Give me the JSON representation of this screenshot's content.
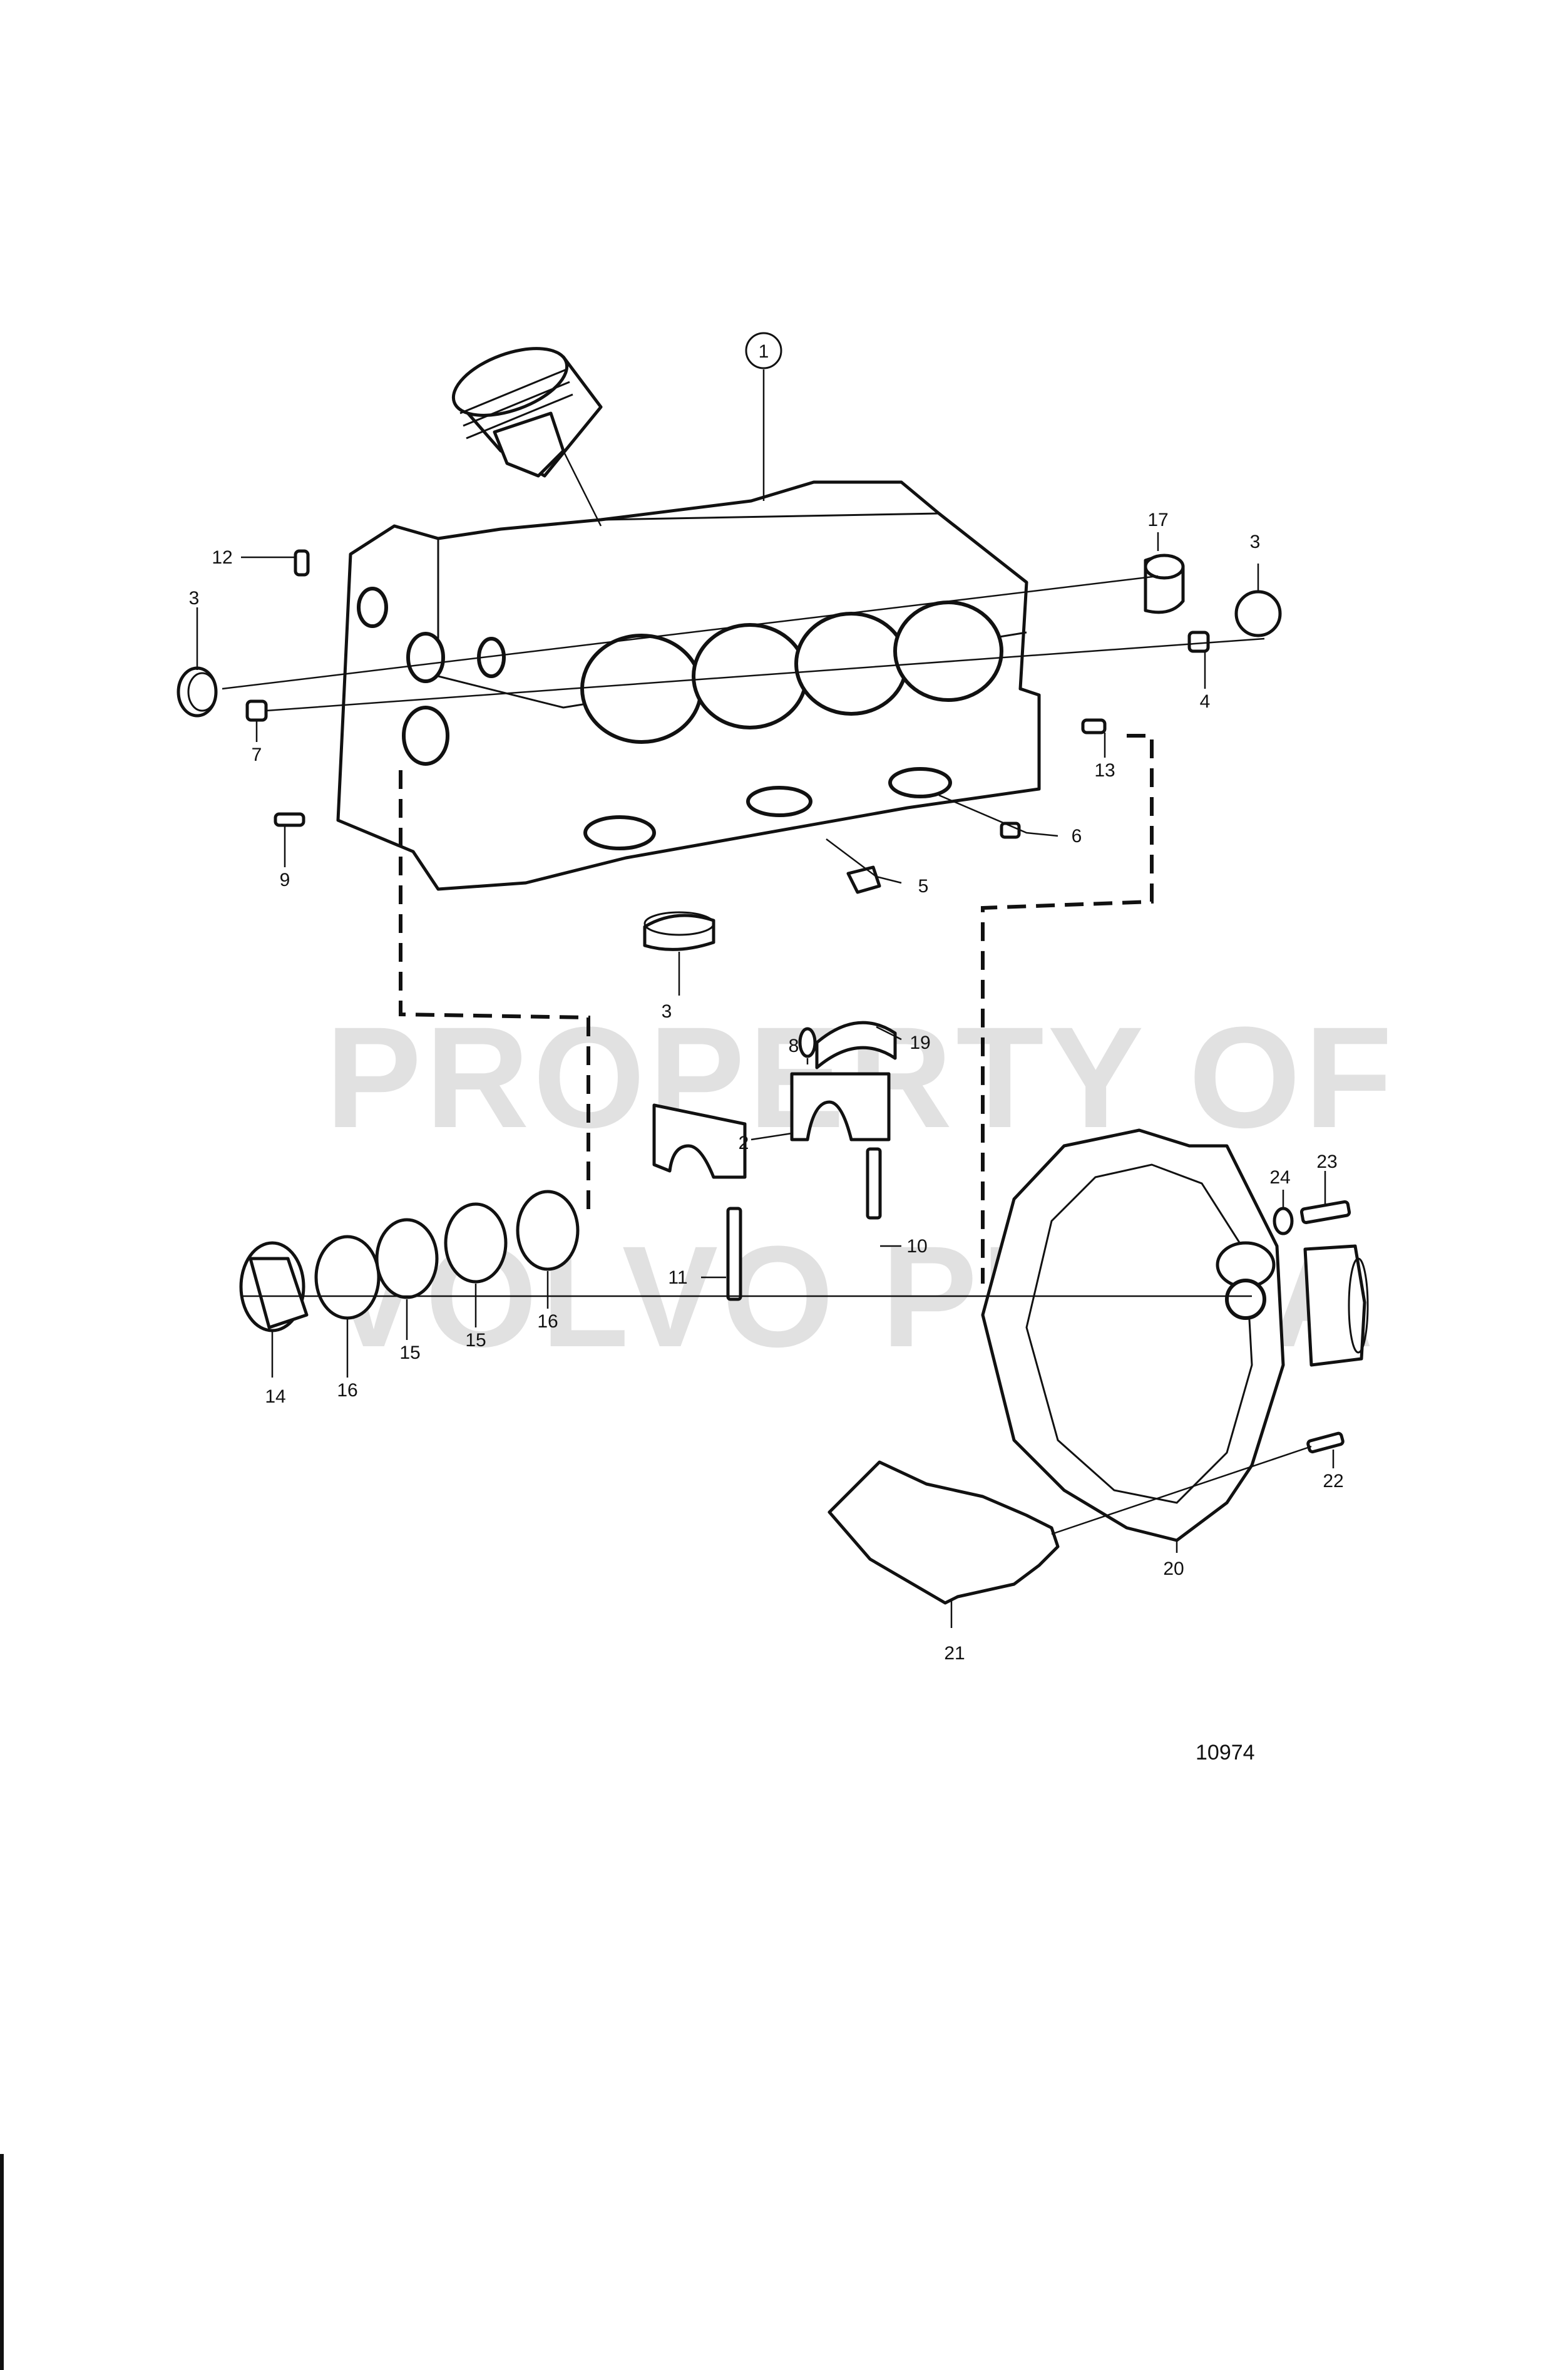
{
  "drawing_number": "10974",
  "watermark": {
    "line1": "PROPERTY OF",
    "line2": "VOLVO PENTA"
  },
  "callouts": {
    "c1": "1",
    "c2": "2",
    "c3a": "3",
    "c3b": "3",
    "c3c": "3",
    "c4": "4",
    "c5": "5",
    "c6": "6",
    "c7": "7",
    "c8": "8",
    "c9": "9",
    "c10": "10",
    "c11": "11",
    "c12": "12",
    "c13": "13",
    "c14": "14",
    "c15a": "15",
    "c15b": "15",
    "c16a": "16",
    "c16b": "16",
    "c17": "17",
    "c19": "19",
    "c20": "20",
    "c21": "21",
    "c22": "22",
    "c23": "23",
    "c24": "24"
  }
}
